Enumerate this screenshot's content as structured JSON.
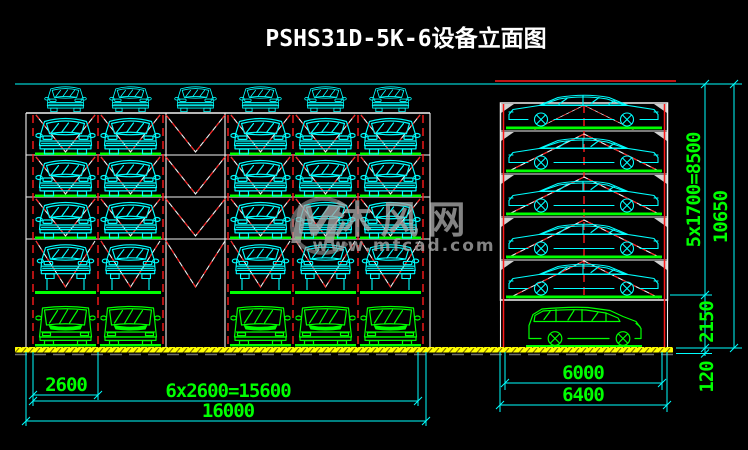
{
  "title": "PSHS31D-5K-6设备立面图",
  "front_elevation": {
    "dims": {
      "bay_width": "2600",
      "bays_total": "6x2600=15600",
      "overall_width": "16000"
    }
  },
  "side_elevation": {
    "dims": {
      "inner_width": "6000",
      "overall_width": "6400",
      "levels_height": "5x1700=8500",
      "overall_height": "10650",
      "ground_clearance": "2150",
      "base_height": "120"
    }
  },
  "watermark": {
    "logo_text": "M",
    "site_name": "沐风网",
    "site_url": "www.mfcad.com"
  },
  "colors": {
    "background": "#000000",
    "structure": "#f2f2f2",
    "upper_cars": "#00ffff",
    "ground_cars": "#00ff00",
    "columns": "#ff1a1a",
    "pallets": "#00ff00",
    "dimension_lines": "#00ffff",
    "dimension_text": "#00ff00",
    "ground_hatch": "#ffff00",
    "watermark": "#a8a8a8",
    "title": "#ffffff"
  }
}
